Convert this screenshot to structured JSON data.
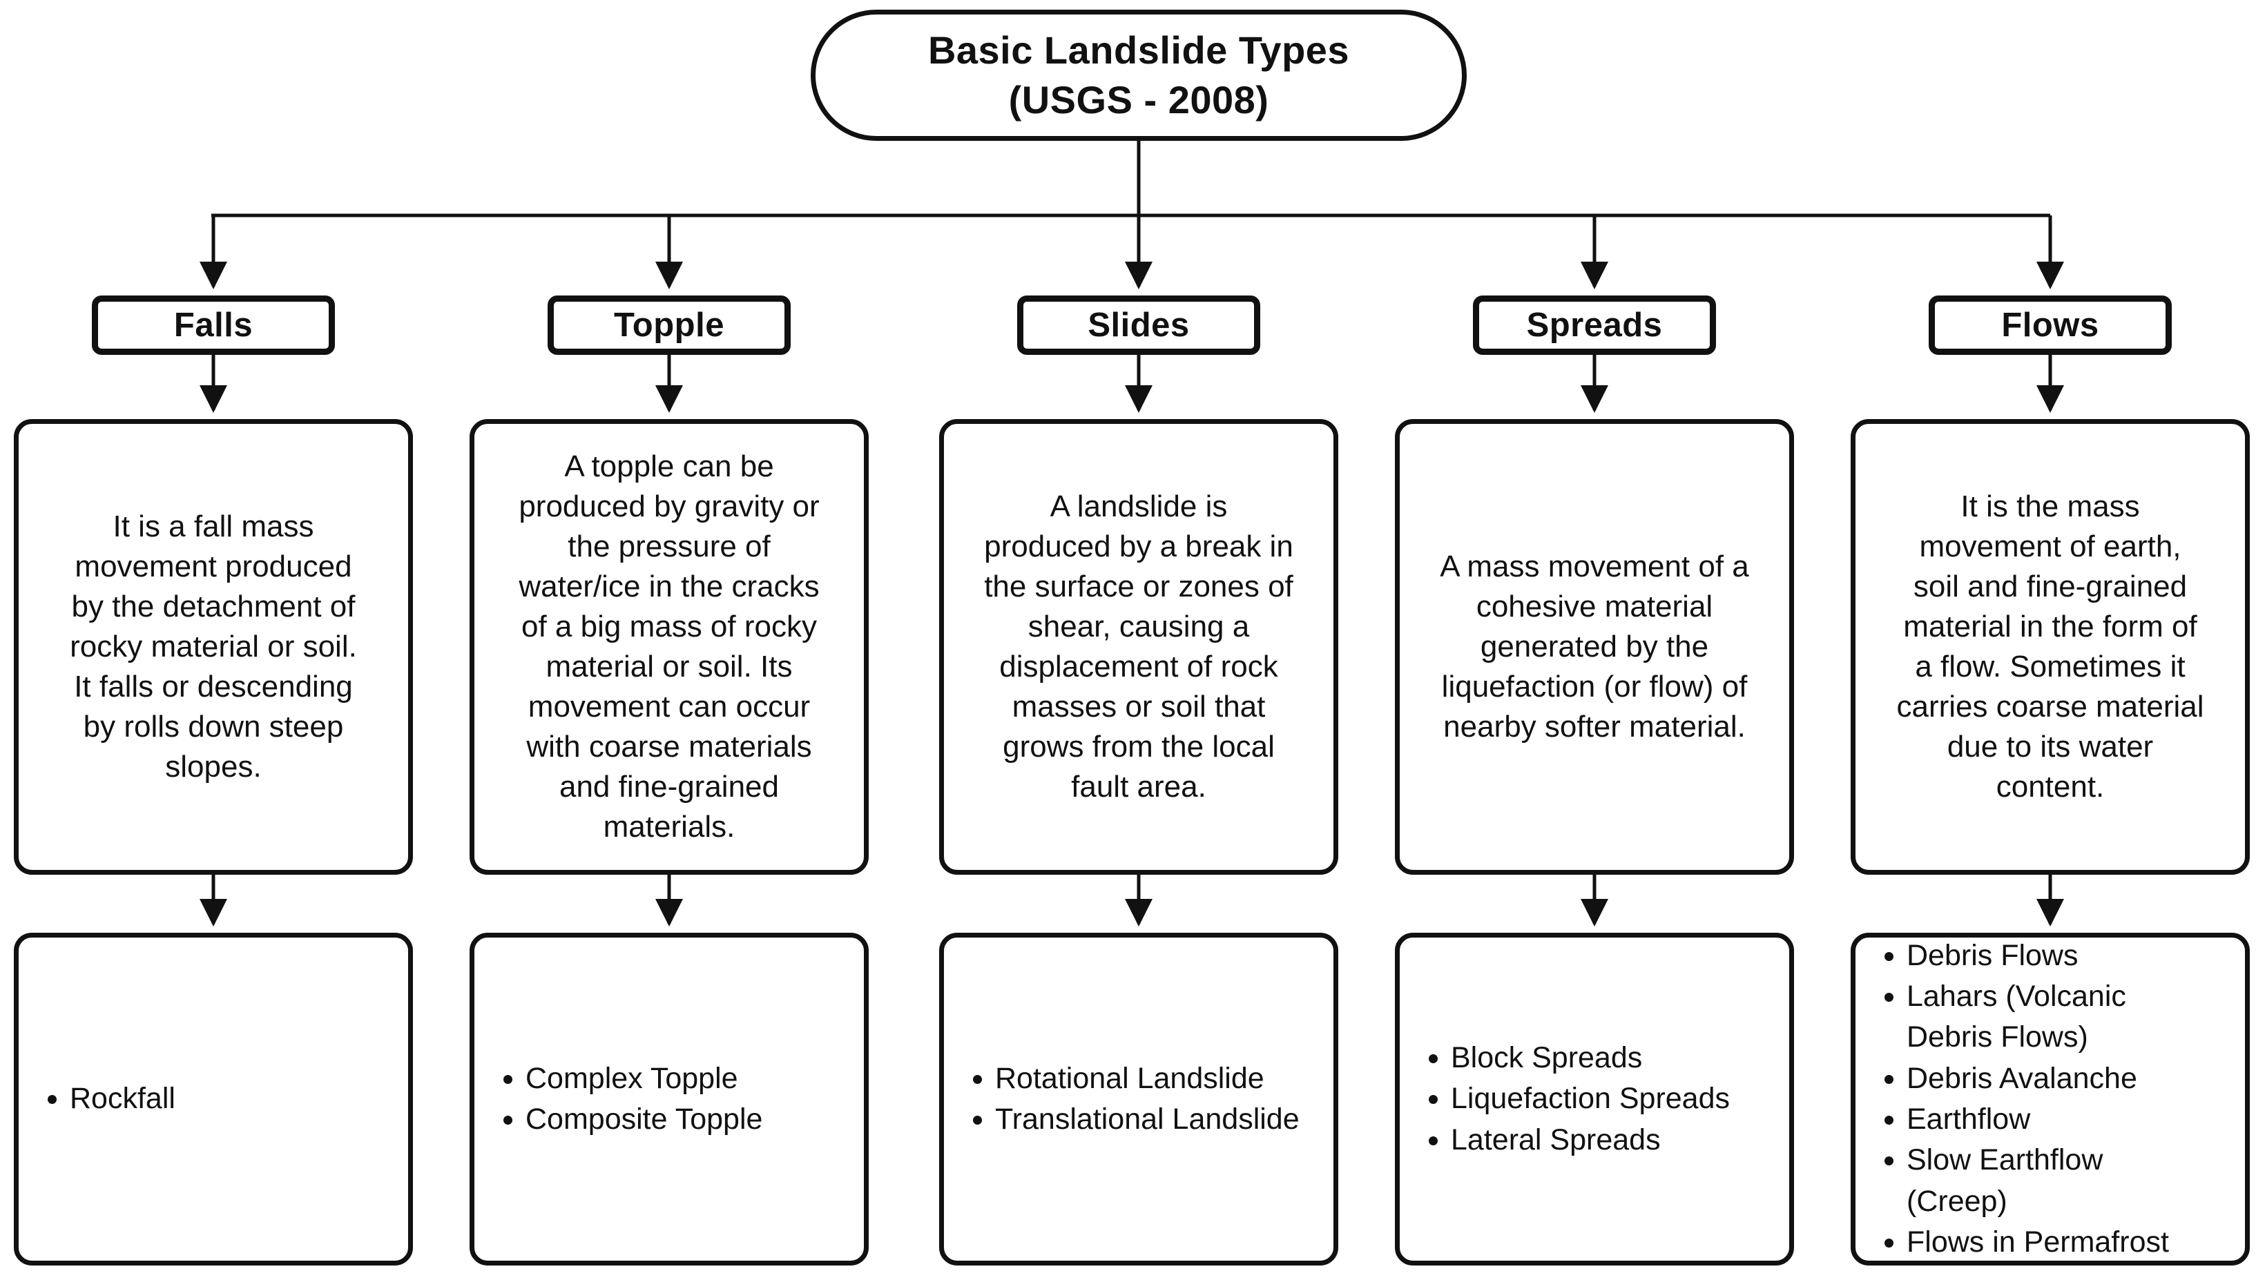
{
  "title": "Basic Landslide Types\n(USGS - 2008)",
  "colors": {
    "ink": "#111111",
    "background": "#ffffff"
  },
  "columns": [
    {
      "header": "Falls",
      "description": "It is a fall mass\nmovement produced\nby the detachment of\nrocky material or soil.\nIt falls or descending\nby rolls down steep\nslopes.",
      "types": [
        "Rockfall"
      ]
    },
    {
      "header": "Topple",
      "description": "A topple can be\nproduced by gravity or\nthe pressure of\nwater/ice in the cracks\nof a big mass of rocky\nmaterial or soil. Its\nmovement can occur\nwith coarse materials\nand fine-grained\nmaterials.",
      "types": [
        "Complex Topple",
        "Composite Topple"
      ]
    },
    {
      "header": "Slides",
      "description": "A landslide is\nproduced by a break in\nthe surface or zones of\nshear, causing a\ndisplacement of rock\nmasses or soil that\ngrows from the local\nfault area.",
      "types": [
        "Rotational Landslide",
        "Translational Landslide"
      ]
    },
    {
      "header": "Spreads",
      "description": "A mass movement of a\ncohesive material\ngenerated by the\nliquefaction (or flow) of\nnearby softer material.",
      "types": [
        "Block Spreads",
        "Liquefaction Spreads",
        "Lateral Spreads"
      ]
    },
    {
      "header": "Flows",
      "description": "It is the mass\nmovement of earth,\nsoil and fine-grained\nmaterial in the form of\na flow. Sometimes it\ncarries coarse material\ndue to its water\ncontent.",
      "types": [
        "Debris Flows",
        "Lahars (Volcanic\nDebris Flows)",
        "Debris Avalanche",
        "Earthflow",
        "Slow Earthflow\n(Creep)",
        "Flows in Permafrost"
      ]
    }
  ]
}
